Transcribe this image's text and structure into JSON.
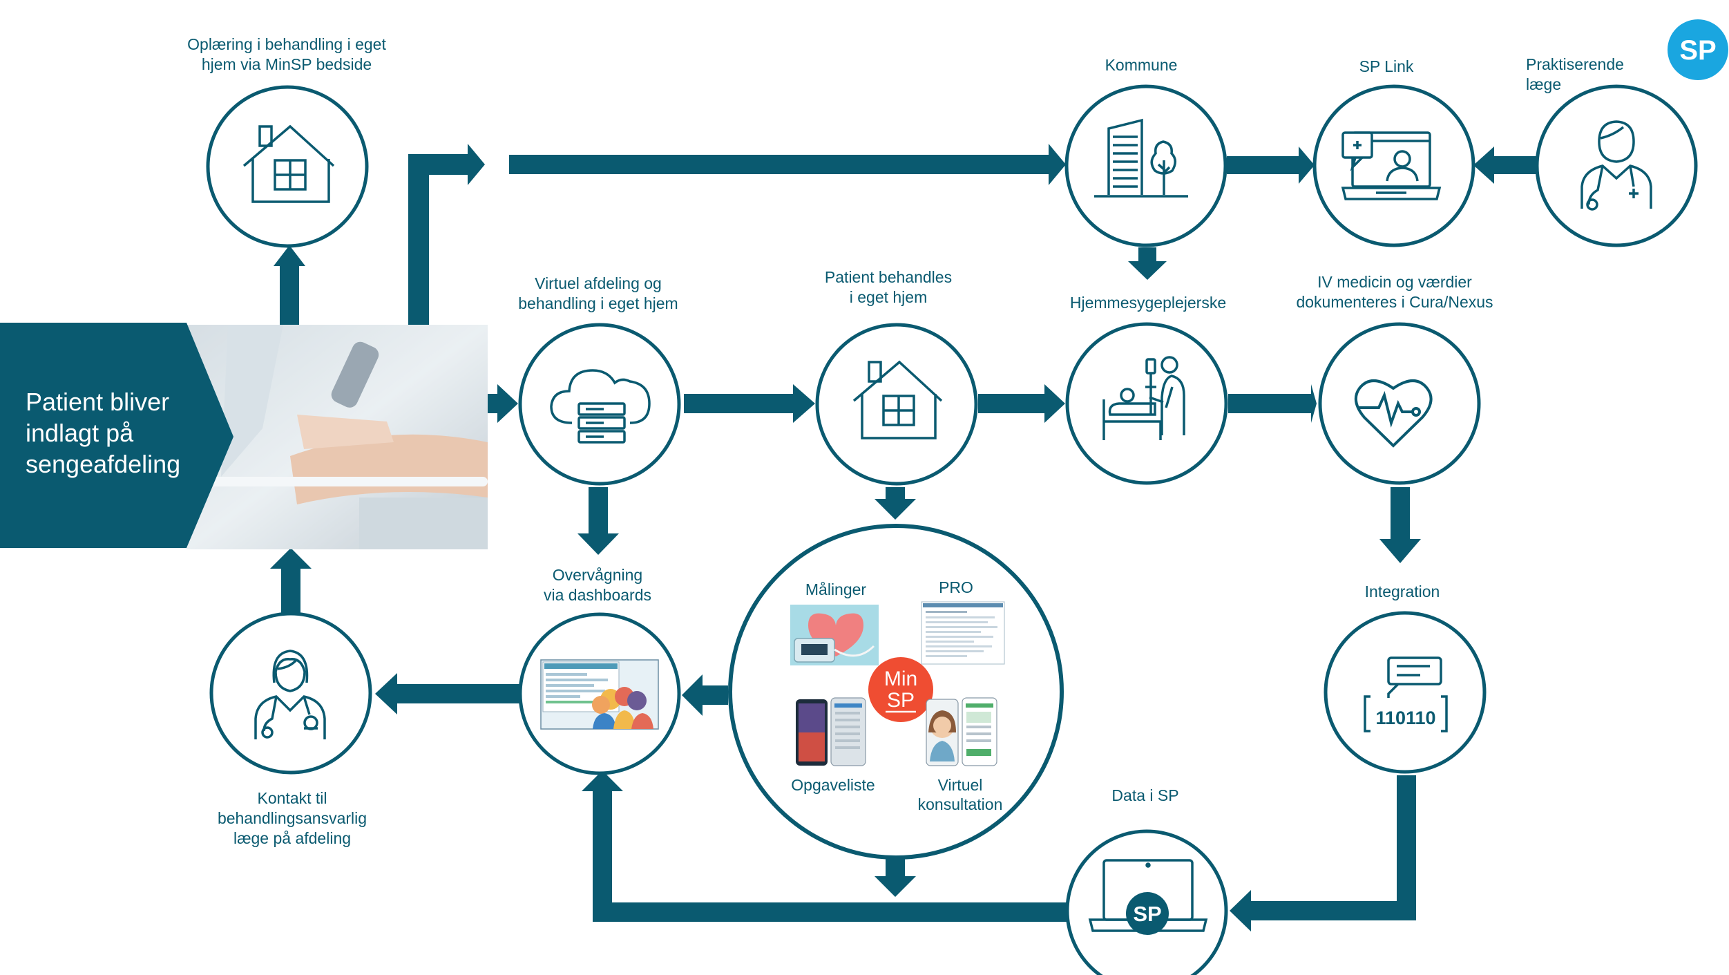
{
  "colors": {
    "primary": "#0a5a70",
    "accent": "#1aa6e0",
    "minsp": "#ef4d32"
  },
  "hero": {
    "line1": "Patient bliver",
    "line2": "indlagt på",
    "line3": "sengeafdeling"
  },
  "logo": {
    "text": "SP"
  },
  "nodes": {
    "home_training": {
      "line1": "Oplæring i behandling i eget",
      "line2": "hjem via MinSP bedside",
      "icon": "house-icon"
    },
    "kommune": {
      "line1": "Kommune",
      "icon": "building-tree-icon"
    },
    "sp_link": {
      "line1": "SP Link",
      "icon": "laptop-video-call-icon"
    },
    "gp": {
      "line1": "Praktiserende",
      "line2": "læge",
      "icon": "doctor-icon"
    },
    "virtual_ward": {
      "line1": "Virtuel afdeling og",
      "line2": "behandling i eget hjem",
      "icon": "cloud-server-icon"
    },
    "patient_home": {
      "line1": "Patient behandles",
      "line2": "i eget hjem",
      "icon": "house-icon"
    },
    "home_nurse": {
      "line1": "Hjemmesygeplejerske",
      "icon": "patient-bed-nurse-icon"
    },
    "iv_medicine": {
      "line1": "IV medicin og værdier",
      "line2": "dokumenteres i Cura/Nexus",
      "icon": "heart-pulse-icon"
    },
    "integration": {
      "line1": "Integration",
      "icon": "binary-chat-icon",
      "code": "110110"
    },
    "monitoring": {
      "line1": "Overvågning",
      "line2": "via dashboards",
      "icon": "dashboard-people-icon"
    },
    "contact_doctor": {
      "line1": "Kontakt til",
      "line2": "behandlingsansvarlig",
      "line3": "læge på afdeling",
      "icon": "female-doctor-icon"
    },
    "data_sp": {
      "line1": "Data i SP",
      "icon": "laptop-sp-icon",
      "badge": "SP"
    }
  },
  "minsp": {
    "logo_line1": "Min",
    "logo_line2": "SP",
    "measurements": "Målinger",
    "pro": "PRO",
    "task_list": "Opgaveliste",
    "virtual_line1": "Virtuel",
    "virtual_line2": "konsultation"
  }
}
